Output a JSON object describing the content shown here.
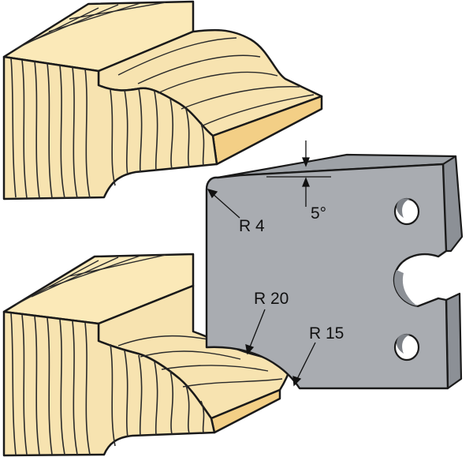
{
  "labels": {
    "radius_corner": "R 4",
    "angle": "5°",
    "radius_concave": "R 20",
    "radius_lower": "R 15"
  },
  "colors": {
    "wood_front": "#f7e3b0",
    "wood_top": "#fbe9b8",
    "wood_dark": "#f3cf86",
    "grain": "#2a2a2a",
    "outline": "#1a1a1a",
    "steel_face": "#a9acb1",
    "steel_edge": "#8c9096",
    "steel_dark": "#6f7378",
    "hole_inner": "#7d8187"
  }
}
